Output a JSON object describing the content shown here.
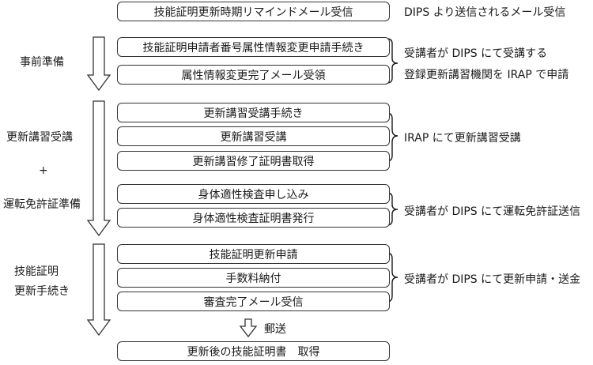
{
  "boxes": [
    "技能証明更新時期リマインドメール受信",
    "技能証明申請者番号属性情報変更申請手続き",
    "属性情報変更完了メール受領",
    "更新講習受講手続き",
    "更新講習受講",
    "更新講習修了証明書取得",
    "身体適性検査申し込み",
    "身体適性検査証明書発行",
    "技能証明更新申請",
    "手数料納付",
    "審査完了メール受信",
    "更新後の技能証明書　取得"
  ],
  "left_labels": {
    "prep": "事前準備",
    "course": "更新講習受講",
    "plus": "+",
    "license": "運転免許証準備",
    "renew_1": "技能証明",
    "renew_2": "更新手続き"
  },
  "right_notes": {
    "reminder": "DIPS より送信されるメール受信",
    "prep_1": "受講者が DIPS にて受講する",
    "prep_2": "登録更新講習機関を IRAP で申請",
    "course": "IRAP にて更新講習受講",
    "license": "受講者が DIPS にて運転免許証送信",
    "renew": "受講者が DIPS にて更新申請・送金"
  },
  "mail_label": "郵送"
}
